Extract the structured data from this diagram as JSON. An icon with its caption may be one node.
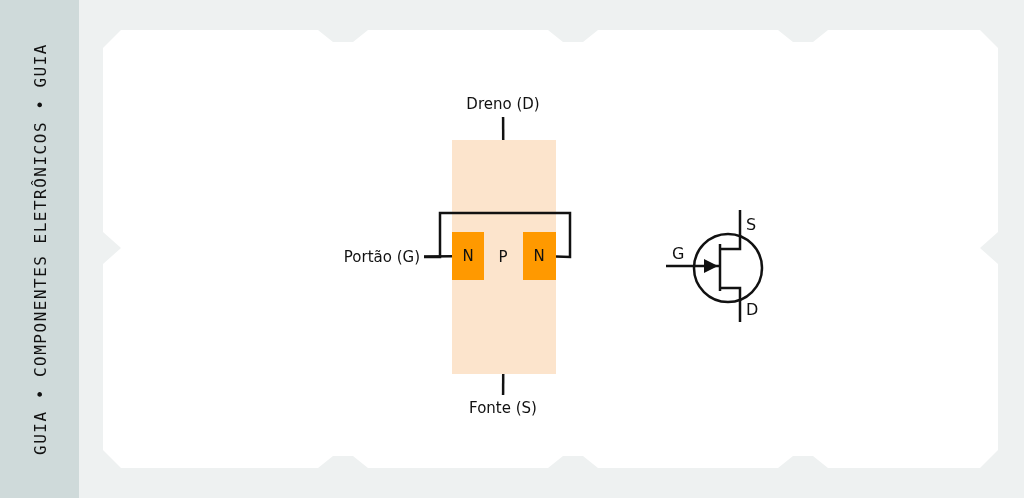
{
  "diagram": {
    "nodes": [
      {
        "text": [
          "Dreno (D)"
        ]
      },
      {
        "text": [
          "P"
        ]
      },
      {
        "text": [
          "N"
        ],
        "in": 1
      },
      {
        "text": [
          "N"
        ],
        "in": 1
      },
      {
        "text": [
          "Portão (G)"
        ]
      },
      {
        "text": [
          "Fonte (S)"
        ]
      }
    ],
    "edges": [
      {
        "from": 0,
        "to": 1,
        "arrow": "none"
      },
      {
        "from": 4,
        "to": 2,
        "arrow": "none"
      },
      {
        "from": 4,
        "to": 3,
        "arrow": "none"
      },
      {
        "from": 5,
        "to": 1,
        "arrow": "none"
      }
    ],
    "labels": [
      "GUIA • COMPONENTES ELETRÔNICOS • GUIA",
      "S",
      "G",
      "D"
    ]
  }
}
